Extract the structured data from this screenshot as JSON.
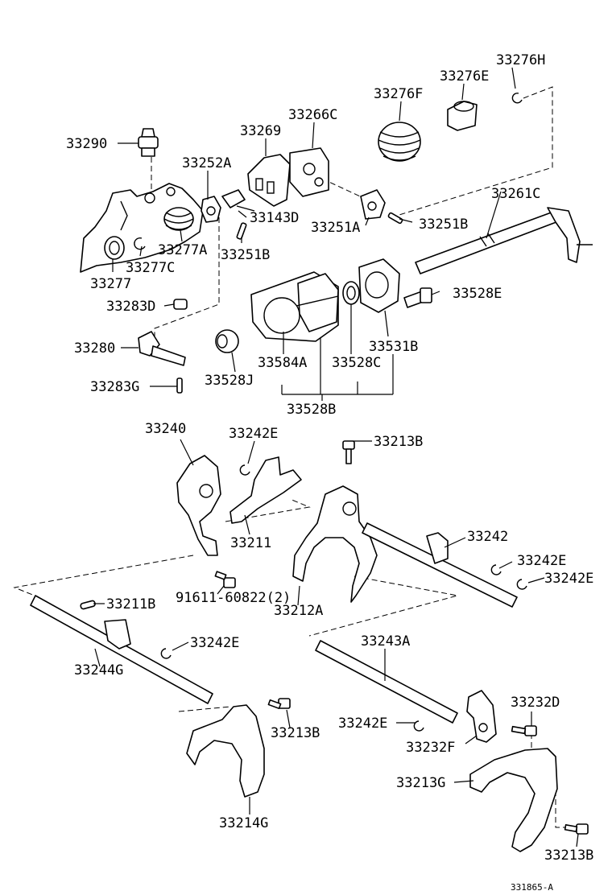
{
  "diagram": {
    "reference": "331865-A",
    "labels": {
      "p33276H": "33276H",
      "p33276E": "33276E",
      "p33276F": "33276F",
      "p33266C": "33266C",
      "p33269": "33269",
      "p33290": "33290",
      "p33252A": "33252A",
      "p33261C": "33261C",
      "p33143D": "33143D",
      "p33251A": "33251A",
      "p33251B_r": "33251B",
      "p33277A": "33277A",
      "p33251B_l": "33251B",
      "p33277C": "33277C",
      "p33277": "33277",
      "p33528E": "33528E",
      "p33283D": "33283D",
      "p33531B": "33531B",
      "p33280": "33280",
      "p33584A": "33584A",
      "p33528C": "33528C",
      "p33528J": "33528J",
      "p33283G": "33283G",
      "p33528B": "33528B",
      "p33240": "33240",
      "p33242E_a": "33242E",
      "p33213B_a": "33213B",
      "p33242": "33242",
      "p33211": "33211",
      "p33242E_b": "33242E",
      "p91611": "91611-60822(2)",
      "p33242E_c": "33242E",
      "p33212A": "33212A",
      "p33211B": "33211B",
      "p33243A": "33243A",
      "p33242E_d": "33242E",
      "p33244G": "33244G",
      "p33232D": "33232D",
      "p33242E_e": "33242E",
      "p33213B_b": "33213B",
      "p33232F": "33232F",
      "p33213G": "33213G",
      "p33214G": "33214G",
      "p33213B_c": "33213B"
    }
  }
}
